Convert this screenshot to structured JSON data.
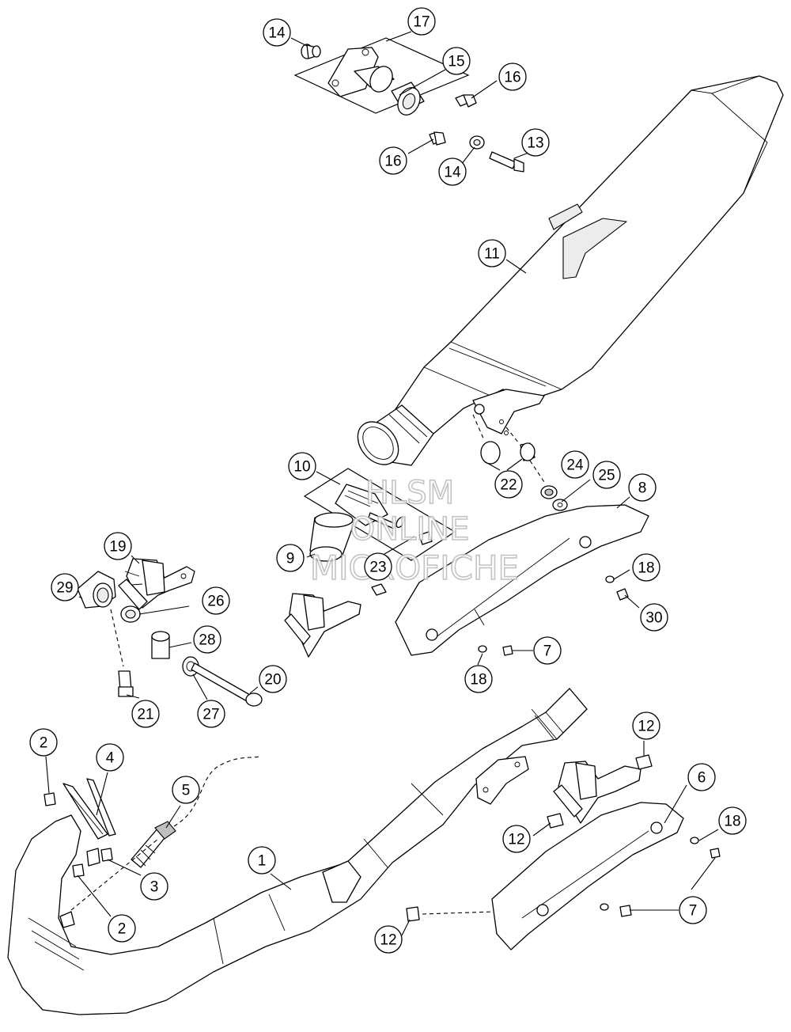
{
  "watermark": {
    "line1": "HLSM",
    "line2": "ONLINE",
    "line3": "MICROFICHE"
  },
  "callouts": [
    {
      "id": "c14a",
      "label": "14"
    },
    {
      "id": "c17",
      "label": "17"
    },
    {
      "id": "c15",
      "label": "15"
    },
    {
      "id": "c16a",
      "label": "16"
    },
    {
      "id": "c16b",
      "label": "16"
    },
    {
      "id": "c14b",
      "label": "14"
    },
    {
      "id": "c13",
      "label": "13"
    },
    {
      "id": "c11",
      "label": "11"
    },
    {
      "id": "c22",
      "label": "22"
    },
    {
      "id": "c24",
      "label": "24"
    },
    {
      "id": "c25",
      "label": "25"
    },
    {
      "id": "c8",
      "label": "8"
    },
    {
      "id": "c10",
      "label": "10"
    },
    {
      "id": "c9",
      "label": "9"
    },
    {
      "id": "c23",
      "label": "23"
    },
    {
      "id": "c18a",
      "label": "18"
    },
    {
      "id": "c30",
      "label": "30"
    },
    {
      "id": "c19",
      "label": "19"
    },
    {
      "id": "c29",
      "label": "29"
    },
    {
      "id": "c26",
      "label": "26"
    },
    {
      "id": "c28",
      "label": "28"
    },
    {
      "id": "c20",
      "label": "20"
    },
    {
      "id": "c21",
      "label": "21"
    },
    {
      "id": "c27",
      "label": "27"
    },
    {
      "id": "c7a",
      "label": "7"
    },
    {
      "id": "c18b",
      "label": "18"
    },
    {
      "id": "c2a",
      "label": "2"
    },
    {
      "id": "c4",
      "label": "4"
    },
    {
      "id": "c5",
      "label": "5"
    },
    {
      "id": "c12a",
      "label": "12"
    },
    {
      "id": "c6",
      "label": "6"
    },
    {
      "id": "c18c",
      "label": "18"
    },
    {
      "id": "c12b",
      "label": "12"
    },
    {
      "id": "c1",
      "label": "1"
    },
    {
      "id": "c3",
      "label": "3"
    },
    {
      "id": "c2b",
      "label": "2"
    },
    {
      "id": "c7b",
      "label": "7"
    },
    {
      "id": "c12c",
      "label": "12"
    }
  ]
}
